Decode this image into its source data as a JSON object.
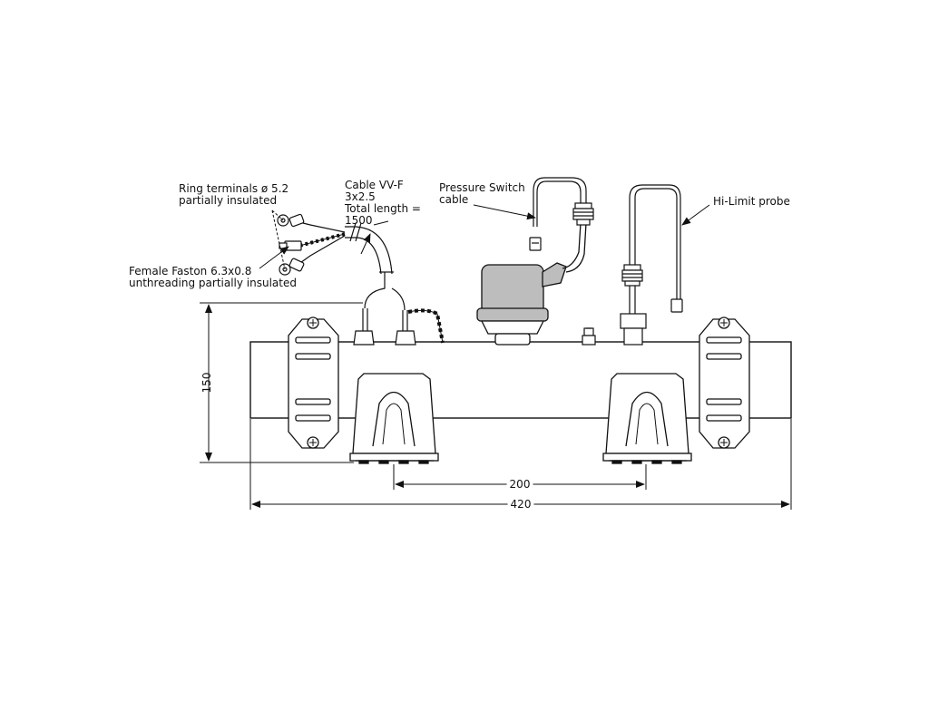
{
  "diagram": {
    "labels": {
      "ring_terminals_line1": "Ring terminals ø 5.2",
      "ring_terminals_line2": "partially insulated",
      "cable_line1": "Cable VV-F",
      "cable_line2": "3x2.5",
      "cable_line3": "Total length =",
      "cable_line4": "1500",
      "pressure_switch_line1": "Pressure Switch",
      "pressure_switch_line2": "cable",
      "hi_limit_probe": "Hi-Limit probe",
      "faston_line1": "Female Faston 6.3x0.8",
      "faston_line2": "unthreading partially insulated"
    },
    "dimensions": {
      "height": "150",
      "mount_spacing": "200",
      "overall_length": "420"
    },
    "colors": {
      "line": "#111111",
      "pressure_switch_body": "#bdbdbd",
      "background": "#ffffff"
    }
  }
}
